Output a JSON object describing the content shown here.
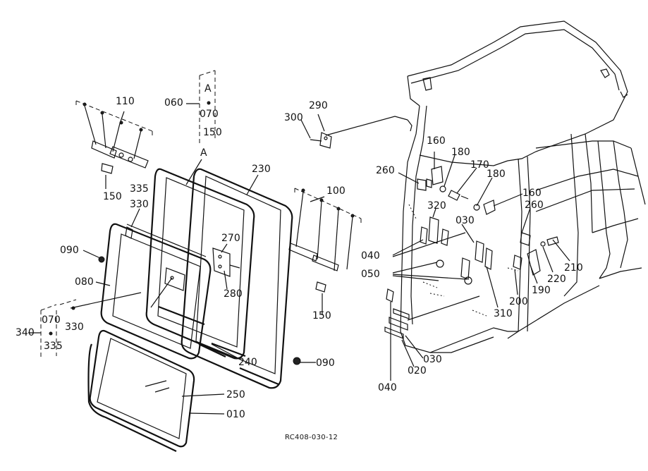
{
  "drawing_code": "RC408-030-12",
  "labels": {
    "l110": "110",
    "l060": "060",
    "lA1": "A",
    "l070a": "070",
    "l150a": "150",
    "lA2": "A",
    "l300": "300",
    "l290": "290",
    "l230": "230",
    "l150b": "150",
    "l335a": "335",
    "l330a": "330",
    "l100": "100",
    "l090a": "090",
    "l270": "270",
    "l080": "080",
    "l280": "280",
    "l150c": "150",
    "l070b": "070",
    "l340": "340",
    "l330b": "330",
    "l335b": "335",
    "l240": "240",
    "l090b": "090",
    "l250": "250",
    "l010": "010",
    "l160a": "160",
    "l180a": "180",
    "l260a": "260",
    "l170": "170",
    "l180b": "180",
    "l160b": "160",
    "l320": "320",
    "l030a": "030",
    "l260b": "260",
    "l040a": "040",
    "l050": "050",
    "l210": "210",
    "l220": "220",
    "l190": "190",
    "l200": "200",
    "l310": "310",
    "l030b": "030",
    "l020": "020",
    "l040b": "040"
  }
}
